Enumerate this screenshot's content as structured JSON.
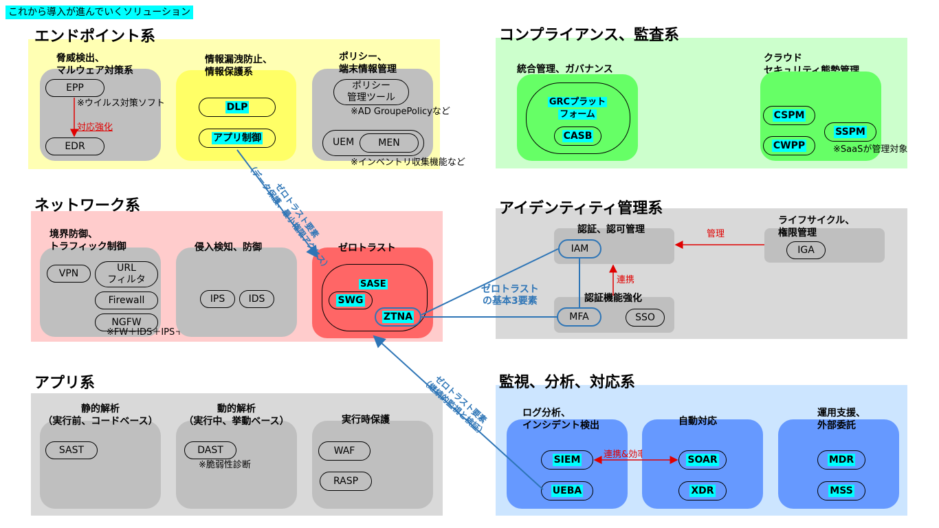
{
  "top_label": "これから導入が進んでいくソリューション",
  "colors": {
    "yellow": "#ffffb3",
    "green": "#ccffcc",
    "pink": "#ffcccc",
    "gray": "#d9d9d9",
    "blue": "#cce5ff",
    "cyan": "#00ffff",
    "accent_red": "#e00000",
    "accent_blue": "#2e75b6"
  },
  "endpoint": {
    "title": "エンドポイント系",
    "threat_title_1": "脅威検出、",
    "threat_title_2": "マルウェア対策系",
    "epp": "EPP",
    "epp_note": "※ウイルス対策ソフト",
    "upgrade_label": "対応強化",
    "edr": "EDR",
    "dlp_title_1": "情報漏洩防止、",
    "dlp_title_2": "情報保護系",
    "dlp": "DLP",
    "app_control": "アプリ制御",
    "policy_title_1": "ポリシー、",
    "policy_title_2": "端末情報管理",
    "policy_tool_1": "ポリシー",
    "policy_tool_2": "管理ツール",
    "ad_note": "※AD GroupePolicyなど",
    "uem": "UEM",
    "men": "MEN",
    "inventory_note": "※インベントリ収集機能など"
  },
  "compliance": {
    "title": "コンプライアンス、監査系",
    "governance_title": "統合管理、ガバナンス",
    "grc_1": "GRCプラット",
    "grc_2": "フォーム",
    "casb": "CASB",
    "cloud_title_1": "クラウド",
    "cloud_title_2": "セキュリティ態勢管理",
    "cspm": "CSPM",
    "cwpp": "CWPP",
    "sspm": "SSPM",
    "saas_note": "※SaaSが管理対象"
  },
  "network": {
    "title": "ネットワーク系",
    "boundary_title_1": "境界防御、",
    "boundary_title_2": "トラフィック制御",
    "vpn": "VPN",
    "url_filter_1": "URL",
    "url_filter_2": "フィルタ",
    "firewall": "Firewall",
    "ngfw": "NGFW",
    "ngfw_note": "※FW＋IDS＋IPS＋α",
    "intrusion_title": "侵入検知、防御",
    "ips": "IPS",
    "ids": "IDS",
    "zerotrust_title": "ゼロトラスト",
    "sase": "SASE",
    "swg": "SWG",
    "ztna": "ZTNA"
  },
  "identity": {
    "title": "アイデンティティ管理系",
    "auth_title": "認証、認可管理",
    "iam": "IAM",
    "manage_label": "管理",
    "lifecycle_title_1": "ライフサイクル、",
    "lifecycle_title_2": "権限管理",
    "iga": "IGA",
    "link_label": "連携",
    "auth_strong_title": "認証機能強化",
    "mfa": "MFA",
    "sso": "SSO",
    "zt3_1": "ゼロトラスト",
    "zt3_2": "の基本3要素"
  },
  "app": {
    "title": "アプリ系",
    "static_title_1": "静的解析",
    "static_title_2": "（実行前、コードベース）",
    "sast": "SAST",
    "dynamic_title_1": "動的解析",
    "dynamic_title_2": "（実行中、挙動ベース）",
    "dast": "DAST",
    "vuln_note": "※脆弱性診断",
    "runtime_title": "実行時保護",
    "waf": "WAF",
    "rasp": "RASP"
  },
  "monitor": {
    "title": "監視、分析、対応系",
    "log_title_1": "ログ分析、",
    "log_title_2": "インシデント検出",
    "siem": "SIEM",
    "ueba": "UEBA",
    "coop_label": "連携&効率化",
    "auto_title": "自動対応",
    "soar": "SOAR",
    "xdr": "XDR",
    "ops_title_1": "運用支援、",
    "ops_title_2": "外部委託",
    "mdr": "MDR",
    "mss": "MSS"
  },
  "arrows": {
    "zt_data_1": "ゼロトラスト要素",
    "zt_data_2": "（データ保護、最小権限アクセス）",
    "zt_monitor_1": "ゼロトラスト要素",
    "zt_monitor_2": "（継続的監視と検証）"
  }
}
